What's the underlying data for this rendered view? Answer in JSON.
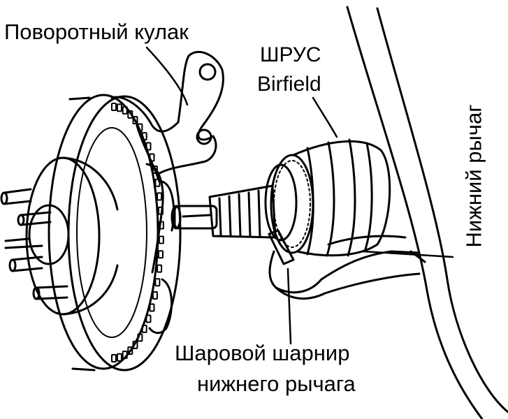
{
  "labels": {
    "steering_knuckle": "Поворотный кулак",
    "cv_joint_line1": "ШРУС",
    "cv_joint_line2": "Birfield",
    "lower_arm": "Нижний рычаг",
    "ball_joint_line1": "Шаровой шарнир",
    "ball_joint_line2": "нижнего рычага"
  },
  "colors": {
    "ink": "#000000",
    "paper": "#ffffff"
  }
}
